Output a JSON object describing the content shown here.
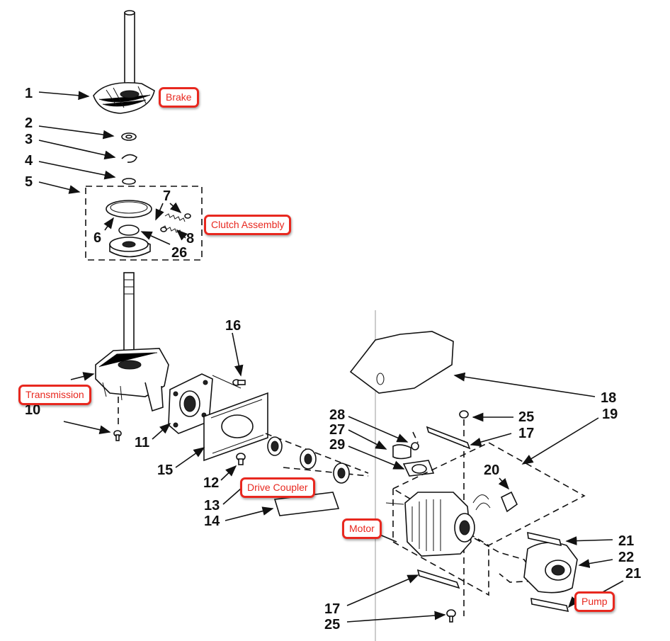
{
  "callouts": {
    "brake": "Brake",
    "clutch_assembly": "Clutch Assembly",
    "transmission": "Transmission",
    "drive_coupler": "Drive Coupler",
    "motor": "Motor",
    "pump": "Pump"
  },
  "part_numbers": {
    "p1": "1",
    "p2": "2",
    "p3": "3",
    "p4": "4",
    "p5": "5",
    "p6": "6",
    "p7": "7",
    "p8": "8",
    "p26": "26",
    "p16": "16",
    "p10": "10",
    "p11": "11",
    "p15": "15",
    "p12": "12",
    "p13": "13",
    "p14": "14",
    "p28": "28",
    "p27": "27",
    "p29": "29",
    "p25a": "25",
    "p17a": "17",
    "p18": "18",
    "p19": "19",
    "p20": "20",
    "p21a": "21",
    "p22": "22",
    "p21b": "21",
    "p17b": "17",
    "p25b": "25"
  },
  "colors": {
    "callout_red": "#e8281f",
    "ink": "#111111"
  }
}
